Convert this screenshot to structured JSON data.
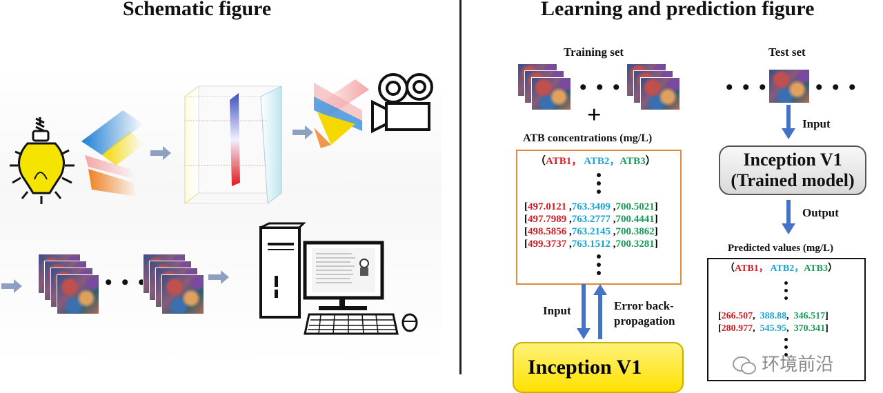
{
  "left": {
    "title": "Schematic figure"
  },
  "right": {
    "title": "Learning and prediction figure",
    "training_set_label": "Training set",
    "plus": "+",
    "atb_conc_label": "ATB concentrations (mg/L)",
    "header_open": "（",
    "header_atb1": "ATB1，",
    "header_atb2": "ATB2，",
    "header_atb3": "ATB3",
    "header_close": "）",
    "training_rows": [
      {
        "a": "497.0121",
        "b": "763.3409",
        "c": "700.5021"
      },
      {
        "a": "497.7989",
        "b": "763.2777",
        "c": "700.4441"
      },
      {
        "a": "498.5856",
        "b": "763.2145",
        "c": "700.3862"
      },
      {
        "a": "499.3737",
        "b": "763.1512",
        "c": "700.3281"
      }
    ],
    "input_label_left": "Input",
    "error_label_line1": "Error back-",
    "error_label_line2": "propagation",
    "model_bottom_label": "Inception V1",
    "test_set_label": "Test set",
    "input_label_right": "Input",
    "trained_model_line1": "Inception V1",
    "trained_model_line2": "(Trained model)",
    "output_label": "Output",
    "predicted_label": "Predicted values (mg/L)",
    "predicted_rows": [
      {
        "a": "266.507",
        "b": "388.88",
        "c": "346.517"
      },
      {
        "a": "280.977",
        "b": "545.95",
        "c": "370.341"
      }
    ],
    "watermark": "环境前沿"
  },
  "ellipsis": "• • •",
  "colors": {
    "red": "#d21d24",
    "blue": "#1ba3d6",
    "green": "#1a9b58",
    "arrow": "#4472c4",
    "box_border": "#e08a3c"
  }
}
